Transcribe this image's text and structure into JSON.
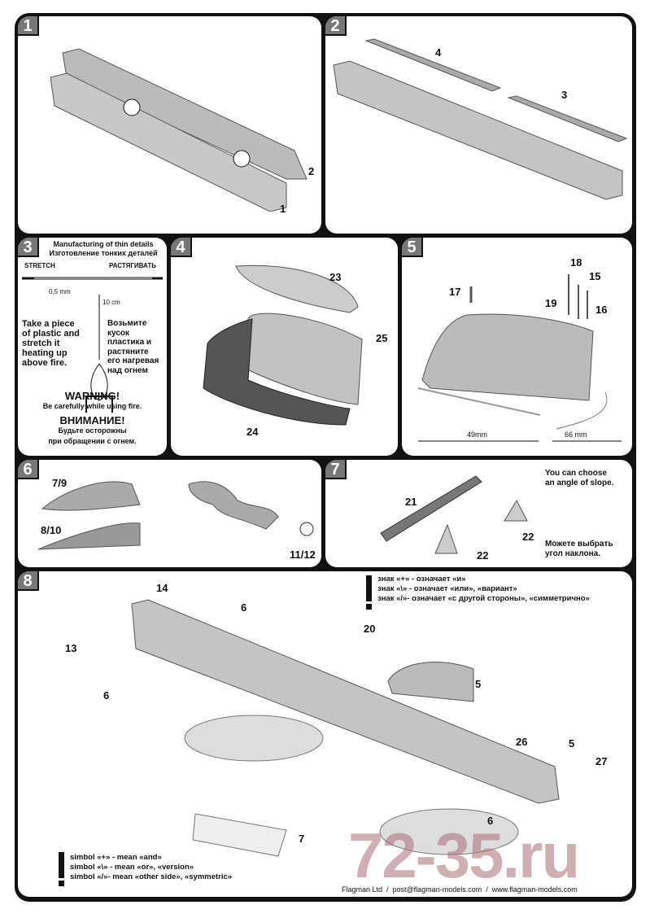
{
  "steps": {
    "s1": "1",
    "s2": "2",
    "s3": "3",
    "s4": "4",
    "s5": "5",
    "s6": "6",
    "s7": "7",
    "s8": "8"
  },
  "panel1": {
    "parts": [
      "2",
      "1"
    ]
  },
  "panel2": {
    "parts": [
      "4",
      "3"
    ]
  },
  "panel3": {
    "title_en": "Manufacturing of thin details",
    "title_ru": "Изготовление тонких деталей",
    "stretch_en": "STRETCH",
    "stretch_ru": "РАСТЯГИВАТЬ",
    "thickness": "0,5 mm",
    "distance": "10 cm",
    "text_en": [
      "Take a piece",
      "of plastic and",
      "stretch it",
      "heating up",
      "above fire."
    ],
    "text_ru": [
      "Возьмите",
      "кусок",
      "пластика и",
      "растяните",
      "его нагревая",
      "над огнем"
    ],
    "warning_en": "WARNING!",
    "warning_en_text": "Be carefully while using fire.",
    "warning_ru": "ВНИМАНИЕ!",
    "warning_ru_text": [
      "Будьте осторожны",
      "при обращении с огнем."
    ]
  },
  "panel4": {
    "parts": [
      "23",
      "25",
      "24"
    ]
  },
  "panel5": {
    "parts": [
      "17",
      "18",
      "15",
      "19",
      "16"
    ],
    "dims": [
      "49mm",
      "66 mm"
    ]
  },
  "panel6": {
    "parts": [
      "7/9",
      "8/10",
      "11/12"
    ]
  },
  "panel7": {
    "parts": [
      "21",
      "22",
      "22"
    ],
    "note_en": [
      "You can choose",
      "an angle of slope."
    ],
    "note_ru": [
      "Можете выбрать",
      "угол наклона."
    ]
  },
  "panel8": {
    "parts": [
      "14",
      "6",
      "13",
      "6",
      "20",
      "5",
      "26",
      "5",
      "27",
      "6",
      "7"
    ],
    "legend_ru": [
      "знак «+» - означает «и»",
      "знак «\\» - означает «или», «вариант»",
      "знак «/»- означает «с другой стороны», «симметрично»"
    ],
    "legend_en": [
      "simbol «+» - mean «and»",
      "simbol «\\» - mean «or», «version»",
      "simbol «/»- mean «other side», «symmetric»"
    ],
    "footer": "Flagman Ltd  /  post@flagman-models.com  /  www.flagman-models.com",
    "watermark": "72-35.ru"
  }
}
